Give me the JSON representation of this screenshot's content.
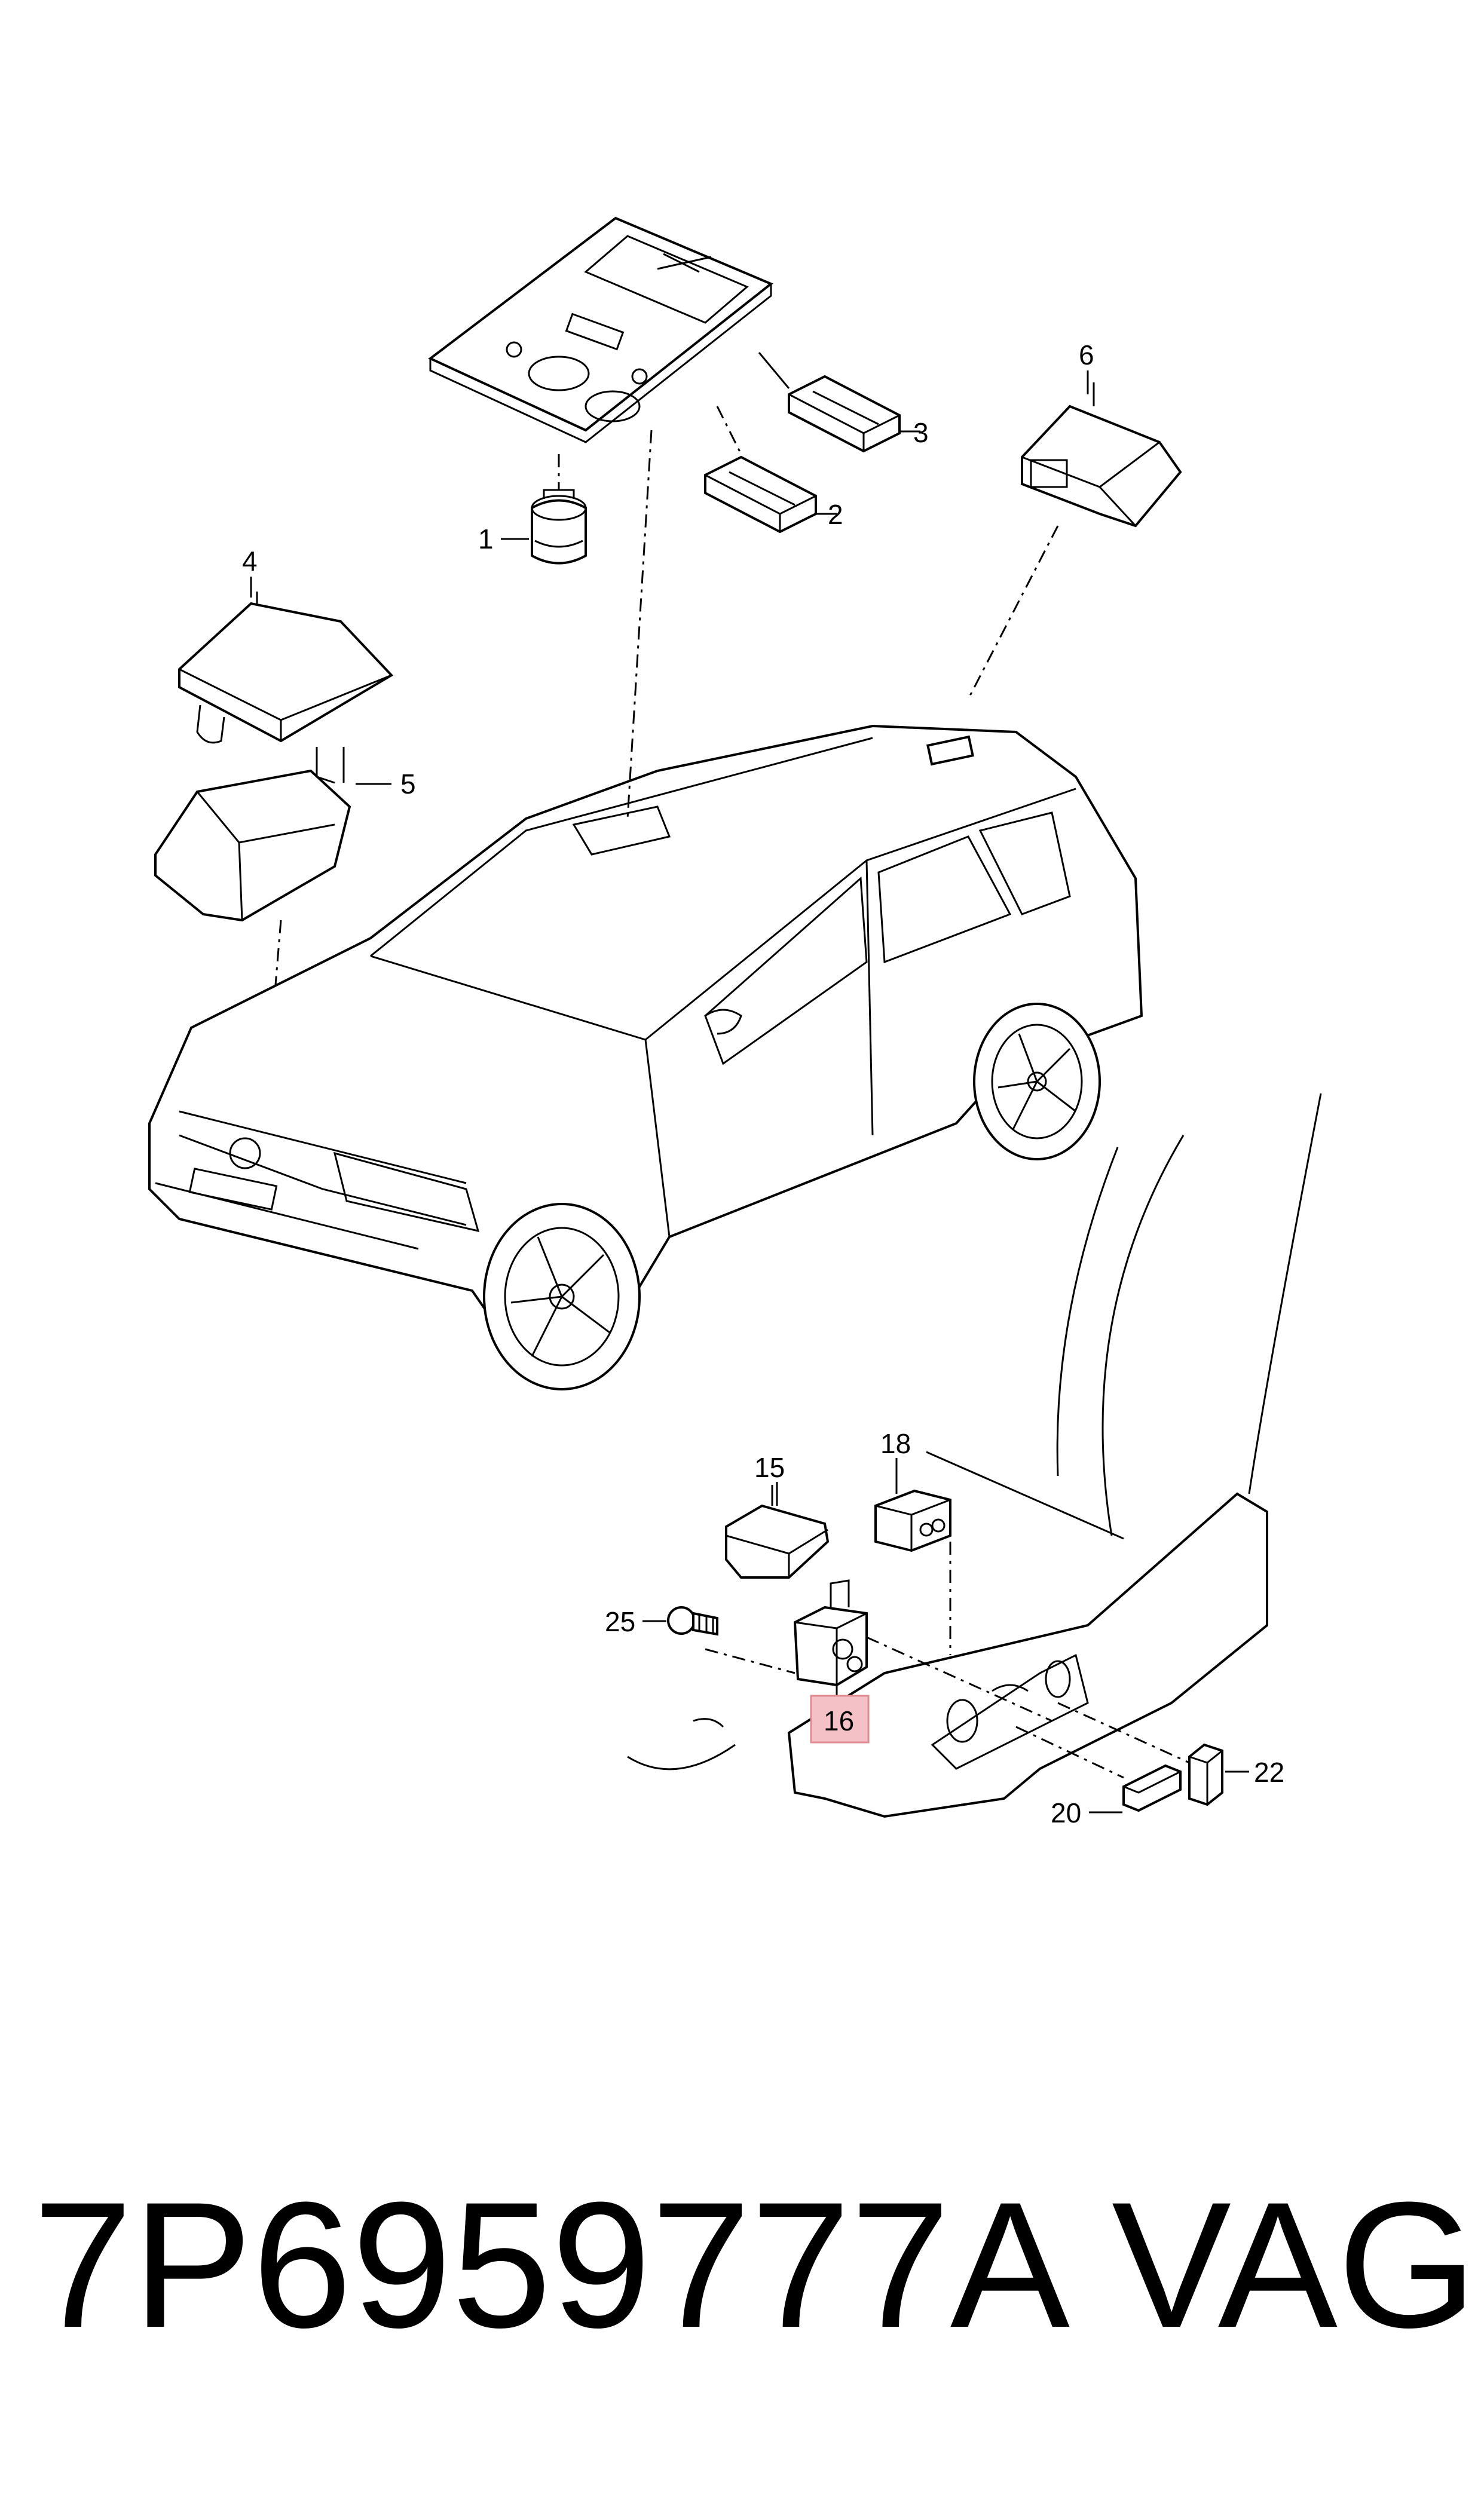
{
  "diagram": {
    "callouts": [
      {
        "id": "c1",
        "label": "1"
      },
      {
        "id": "c2",
        "label": "2"
      },
      {
        "id": "c3",
        "label": "3"
      },
      {
        "id": "c4",
        "label": "4"
      },
      {
        "id": "c5",
        "label": "5"
      },
      {
        "id": "c6",
        "label": "6"
      },
      {
        "id": "c15",
        "label": "15"
      },
      {
        "id": "c16",
        "label": "16"
      },
      {
        "id": "c18",
        "label": "18"
      },
      {
        "id": "c20",
        "label": "20"
      },
      {
        "id": "c22",
        "label": "22"
      },
      {
        "id": "c25",
        "label": "25"
      }
    ],
    "highlighted_callout": "16",
    "highlight_color": "#f4c2c6",
    "highlight_border_color": "#e08a92"
  },
  "footer": {
    "part_number": "7P6959777A",
    "brand": "VAG"
  }
}
